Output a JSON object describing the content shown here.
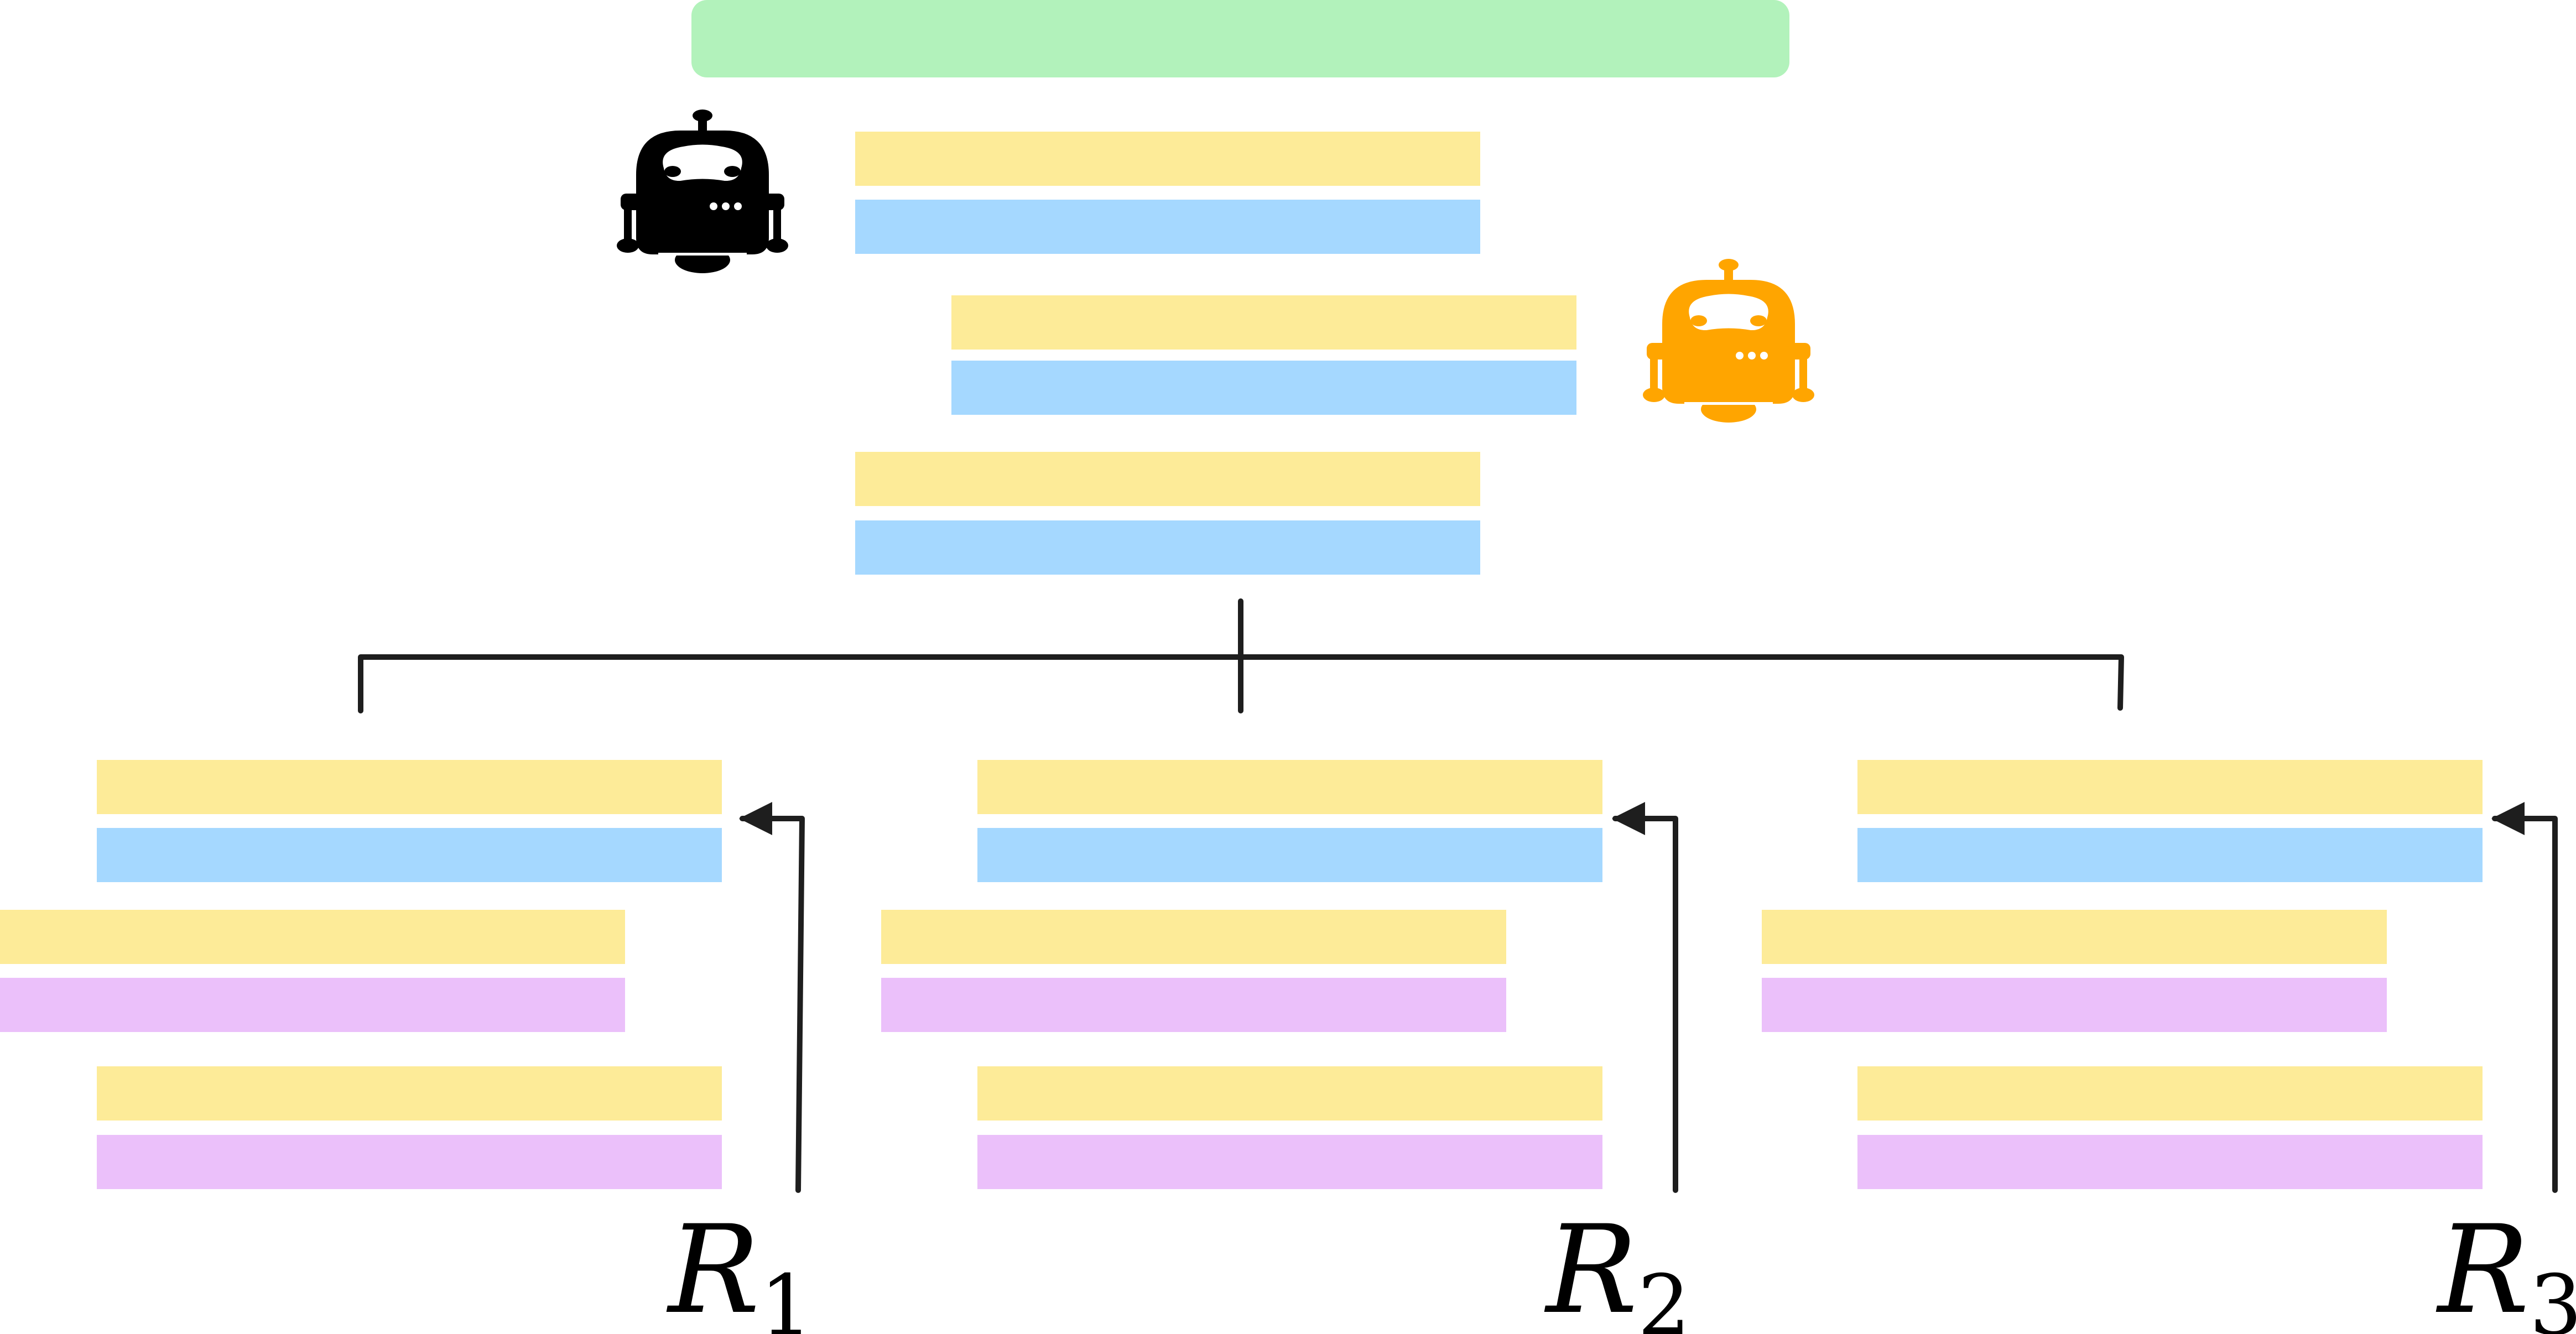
{
  "colors": {
    "prompt_bar": "#b2f2bb",
    "yellow": "#fdeb98",
    "blue": "#a5d8ff",
    "purple": "#ebc0fa",
    "robot_black": "#000000",
    "robot_orange": "#ffa500",
    "connector": "#1e1e1e"
  },
  "icons": {
    "agent_a": "robot-icon",
    "agent_b": "robot-icon"
  },
  "rewards": [
    {
      "letter": "R",
      "index": "1"
    },
    {
      "letter": "R",
      "index": "2"
    },
    {
      "letter": "R",
      "index": "3"
    }
  ]
}
